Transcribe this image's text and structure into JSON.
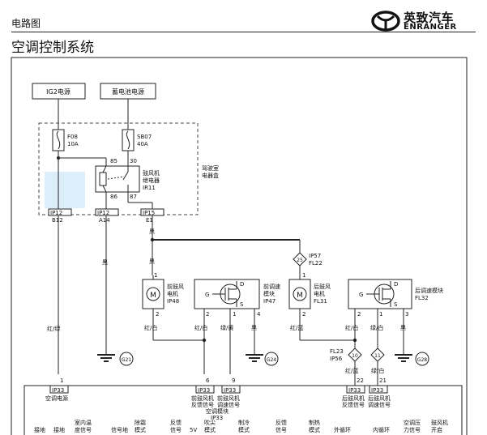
{
  "header": {
    "section": "电路图",
    "title": "空调控制系统",
    "brand_cn": "英致汽车",
    "brand_en": "ENRANGER"
  },
  "power": {
    "ig2": "IG2电源",
    "battery": "蓄电池电源"
  },
  "fuses": {
    "f08_name": "F08",
    "f08_rating": "10A",
    "sb07_name": "SB07",
    "sb07_rating": "40A"
  },
  "relay": {
    "pins": {
      "p85": "85",
      "p30": "30",
      "p86": "86",
      "p87": "87"
    },
    "name_l1": "鼓风机",
    "name_l2": "继电器",
    "code": "IR11",
    "box_l1": "驾驶室",
    "box_l2": "电器盒"
  },
  "connectors": {
    "ip12_a": "IP12",
    "b12": "B12",
    "ip12_b": "IP12",
    "a14": "A14",
    "ip15": "IP15",
    "e1": "E1",
    "ip57": "IP57",
    "fl22": "FL22",
    "pin25": "25",
    "fl23": "FL23",
    "ip56": "IP56",
    "pin10": "10",
    "pin11": "11"
  },
  "wires": {
    "black": "黑",
    "red_green": "红/绿",
    "red_white": "红/白",
    "green_yellow": "绿/黄",
    "red_blue": "红/蓝",
    "green_white": "绿/白"
  },
  "pins": {
    "p1": "1",
    "p2": "2",
    "p3": "3",
    "p4": "4",
    "p6": "6",
    "p9": "9",
    "p22": "22",
    "p21": "21"
  },
  "components": {
    "front_motor": {
      "l1": "前鼓风",
      "l2": "电机",
      "code": "IP48"
    },
    "front_module": {
      "l1": "前调速",
      "l2": "模块",
      "code": "IP47"
    },
    "rear_motor": {
      "l1": "后鼓风",
      "l2": "电机",
      "code": "FL31"
    },
    "rear_module": {
      "l1": "后调速模块",
      "code": "FL32"
    },
    "motor_symbol": "M",
    "g_label": "G",
    "d_label": "D",
    "s_label": "S"
  },
  "grounds": {
    "g21": "G21",
    "g24": "G24",
    "g28": "G28"
  },
  "module_ac": {
    "ip33": "IP33",
    "ac_power": "空调电源",
    "front_fb_l1": "前鼓风机",
    "front_fb_l2": "反馈信号",
    "front_ctrl_l1": "前鼓风机",
    "front_ctrl_l2": "调速信号",
    "name": "空调模块",
    "rear_fb_l1": "后鼓风机",
    "rear_fb_l2": "反馈信号",
    "rear_ctrl_l1": "后鼓风机",
    "rear_ctrl_l2": "调速信号"
  },
  "bottom_labels": {
    "ground1": "接地",
    "ground2": "接地",
    "indoor_l1": "室内温",
    "indoor_l2": "度信号",
    "sig_ground": "信号地",
    "defog_l1": "除霜",
    "defog_l2": "模式",
    "feedback_l1": "反馈",
    "feedback_l2": "信号",
    "v5": "5V",
    "face_l1": "吹尖",
    "face_l2": "模式",
    "cool_l1": "制冷",
    "cool_l2": "模式",
    "feedback2_l1": "反馈",
    "feedback2_l2": "信号",
    "heat_l1": "制热",
    "heat_l2": "模式",
    "outer": "外循环",
    "inner": "内循环",
    "ac_press_l1": "空调压",
    "ac_press_l2": "力信号",
    "blower_on_l1": "鼓风机",
    "blower_on_l2": "开启"
  }
}
